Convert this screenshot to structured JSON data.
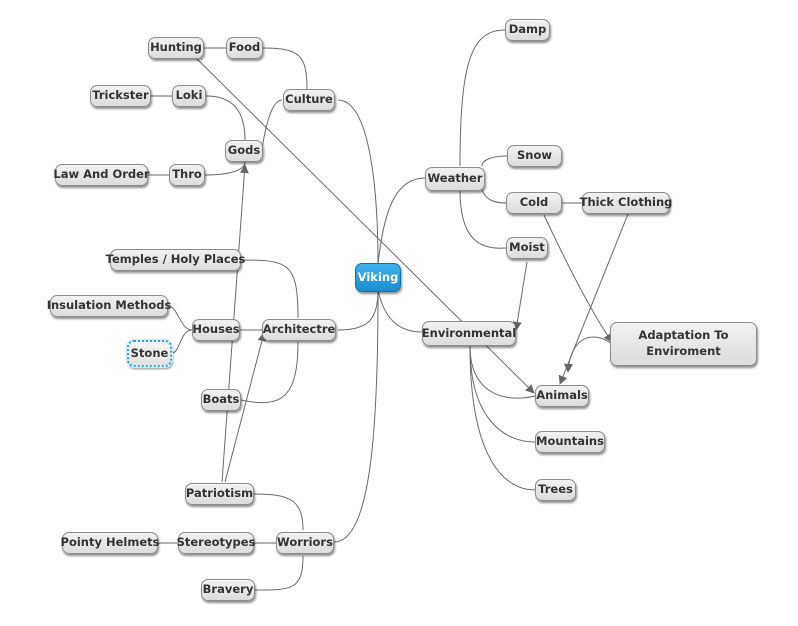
{
  "diagram": {
    "central": "Viking",
    "nodes": {
      "culture": "Culture",
      "food": "Food",
      "hunting": "Hunting",
      "gods": "Gods",
      "loki": "Loki",
      "trickster": "Trickster",
      "thro": "Thro",
      "law": "Law And Order",
      "architecture": "Architectre",
      "temples": "Temples / Holy Places",
      "houses": "Houses",
      "insulation": "Insulation Methods",
      "stone": "Stone",
      "boats": "Boats",
      "worriors": "Worriors",
      "patriotism": "Patriotism",
      "stereotypes": "Stereotypes",
      "helmets": "Pointy Helmets",
      "bravery": "Bravery",
      "weather": "Weather",
      "damp": "Damp",
      "snow": "Snow",
      "cold": "Cold",
      "clothing": "Thick Clothing",
      "moist": "Moist",
      "environmental": "Environmental",
      "animals": "Animals",
      "mountains": "Mountains",
      "trees": "Trees",
      "adaptation": "Adaptation To Enviroment"
    }
  },
  "colors": {
    "central_fill": "#2a9fe0",
    "node_fill": "#e6e6e6",
    "line": "#666666",
    "selection": "#2ea7d6"
  }
}
